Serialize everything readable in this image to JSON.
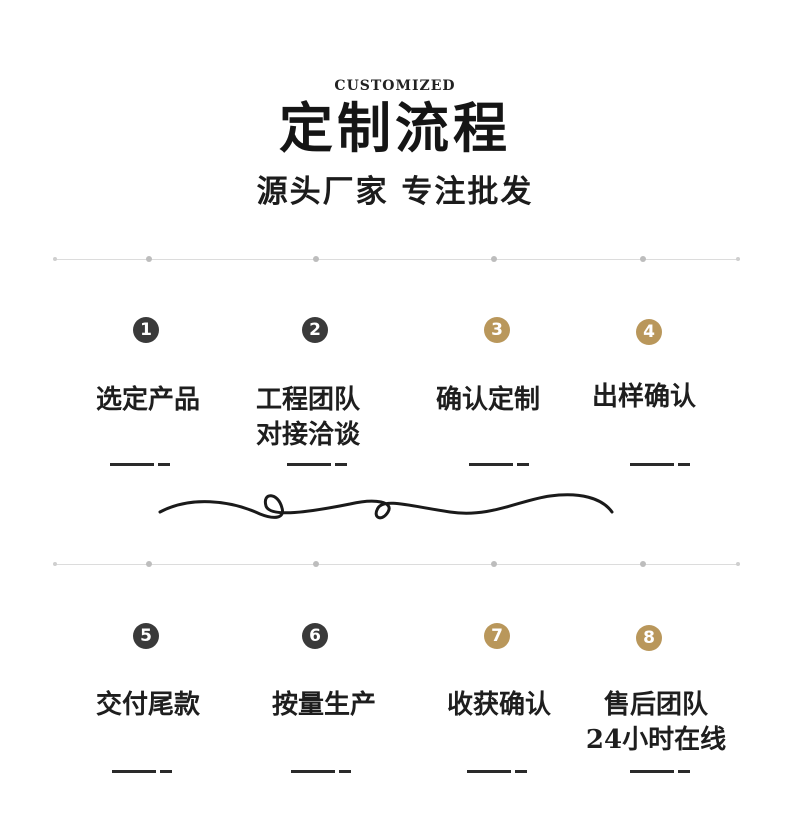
{
  "header": {
    "en_title": "CUSTOMIZED",
    "title": "定制流程",
    "subtitle": "源头厂家 专注批发"
  },
  "steps": [
    {
      "number": "1",
      "line1": "选定产品",
      "line2": ""
    },
    {
      "number": "2",
      "line1": "工程团队",
      "line2": "对接洽谈"
    },
    {
      "number": "3",
      "line1": "确认定制",
      "line2": ""
    },
    {
      "number": "4",
      "line1": "出样确认",
      "line2": ""
    },
    {
      "number": "5",
      "line1": "交付尾款",
      "line2": ""
    },
    {
      "number": "6",
      "line1": "按量生产",
      "line2": ""
    },
    {
      "number": "7",
      "line1": "收获确认",
      "line2": ""
    },
    {
      "number": "8",
      "line1": "售后团队",
      "line2": "24小时在线"
    }
  ],
  "colors": {
    "dark_badge": "#3a3a3a",
    "gold_badge": "#b9975b",
    "line": "#dcdcdc"
  }
}
